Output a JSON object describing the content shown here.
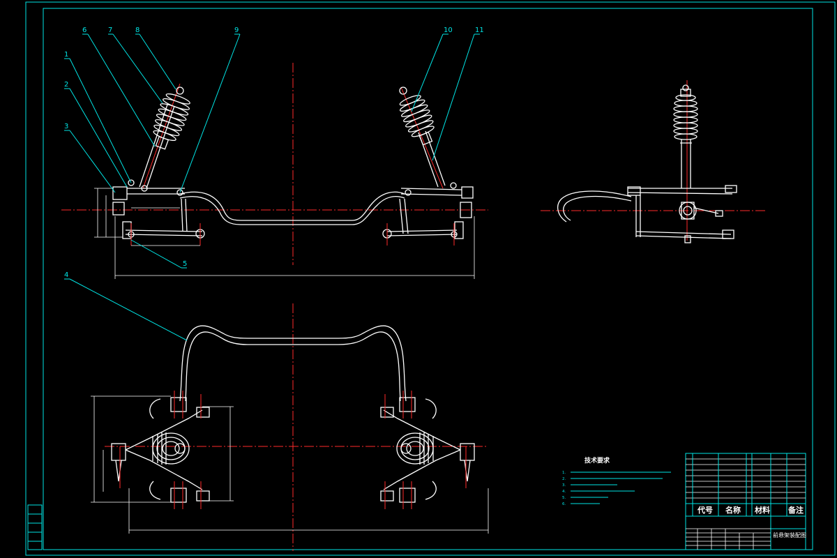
{
  "callouts": [
    "1",
    "2",
    "3",
    "4",
    "5",
    "6",
    "7",
    "8",
    "9",
    "10",
    "11"
  ],
  "technical_requirements": {
    "title": "技术要求",
    "lines": [
      "1.",
      "2.",
      "3.",
      "4.",
      "5.",
      "6."
    ]
  },
  "title_block": {
    "header_code": "代号",
    "header_name": "名称",
    "header_material": "材料",
    "header_remark": "备注",
    "drawing_name": "前悬架装配图"
  },
  "colors": {
    "background": "#000000",
    "frame": "#00e5e5",
    "part": "#ffffff",
    "centerline": "#ff2a2a"
  }
}
